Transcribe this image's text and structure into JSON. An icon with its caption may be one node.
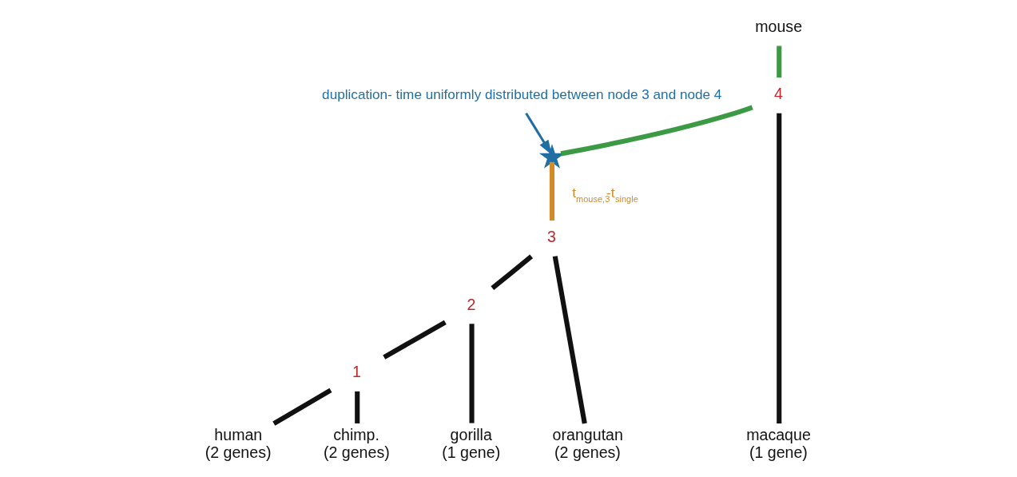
{
  "diagram": {
    "nodes": [
      {
        "text": [
          "duplication- time uniformly distributed between node 3 and node 4"
        ]
      },
      {
        "text": [
          "mouse"
        ]
      },
      {
        "text": [
          "4"
        ]
      },
      {
        "text": [],
        "shape": "asterisk"
      },
      {
        "text": [
          "3"
        ]
      },
      {
        "text": [
          "2"
        ]
      },
      {
        "text": [
          "1"
        ]
      },
      {
        "text": [
          "human",
          "(2 genes)"
        ]
      },
      {
        "text": [
          "chimp.",
          "(2 genes)"
        ]
      },
      {
        "text": [
          "gorilla",
          "(1 gene)"
        ]
      },
      {
        "text": [
          "orangutan",
          "(2 genes)"
        ]
      },
      {
        "text": [
          "macaque",
          "(1 gene)"
        ]
      }
    ],
    "edges": [
      {
        "from": 0,
        "to": 3,
        "arrow": "to",
        "color": "#1f6fa5"
      },
      {
        "from": 1,
        "to": 2,
        "arrow": "none",
        "color": "#3d9a44"
      },
      {
        "from": 2,
        "to": 3,
        "arrow": "none",
        "color": "#3d9a44"
      },
      {
        "from": 3,
        "to": 4,
        "arrow": "none",
        "color": "#d38b2a",
        "label": "t$_{mouse,3}$-t$_{single}$"
      },
      {
        "from": 2,
        "to": 11,
        "arrow": "none"
      },
      {
        "from": 4,
        "to": 10,
        "arrow": "none"
      },
      {
        "from": 4,
        "to": 5,
        "arrow": "none"
      },
      {
        "from": 5,
        "to": 9,
        "arrow": "none"
      },
      {
        "from": 5,
        "to": 6,
        "arrow": "none"
      },
      {
        "from": 6,
        "to": 8,
        "arrow": "none"
      },
      {
        "from": 6,
        "to": 7,
        "arrow": "none"
      }
    ]
  }
}
